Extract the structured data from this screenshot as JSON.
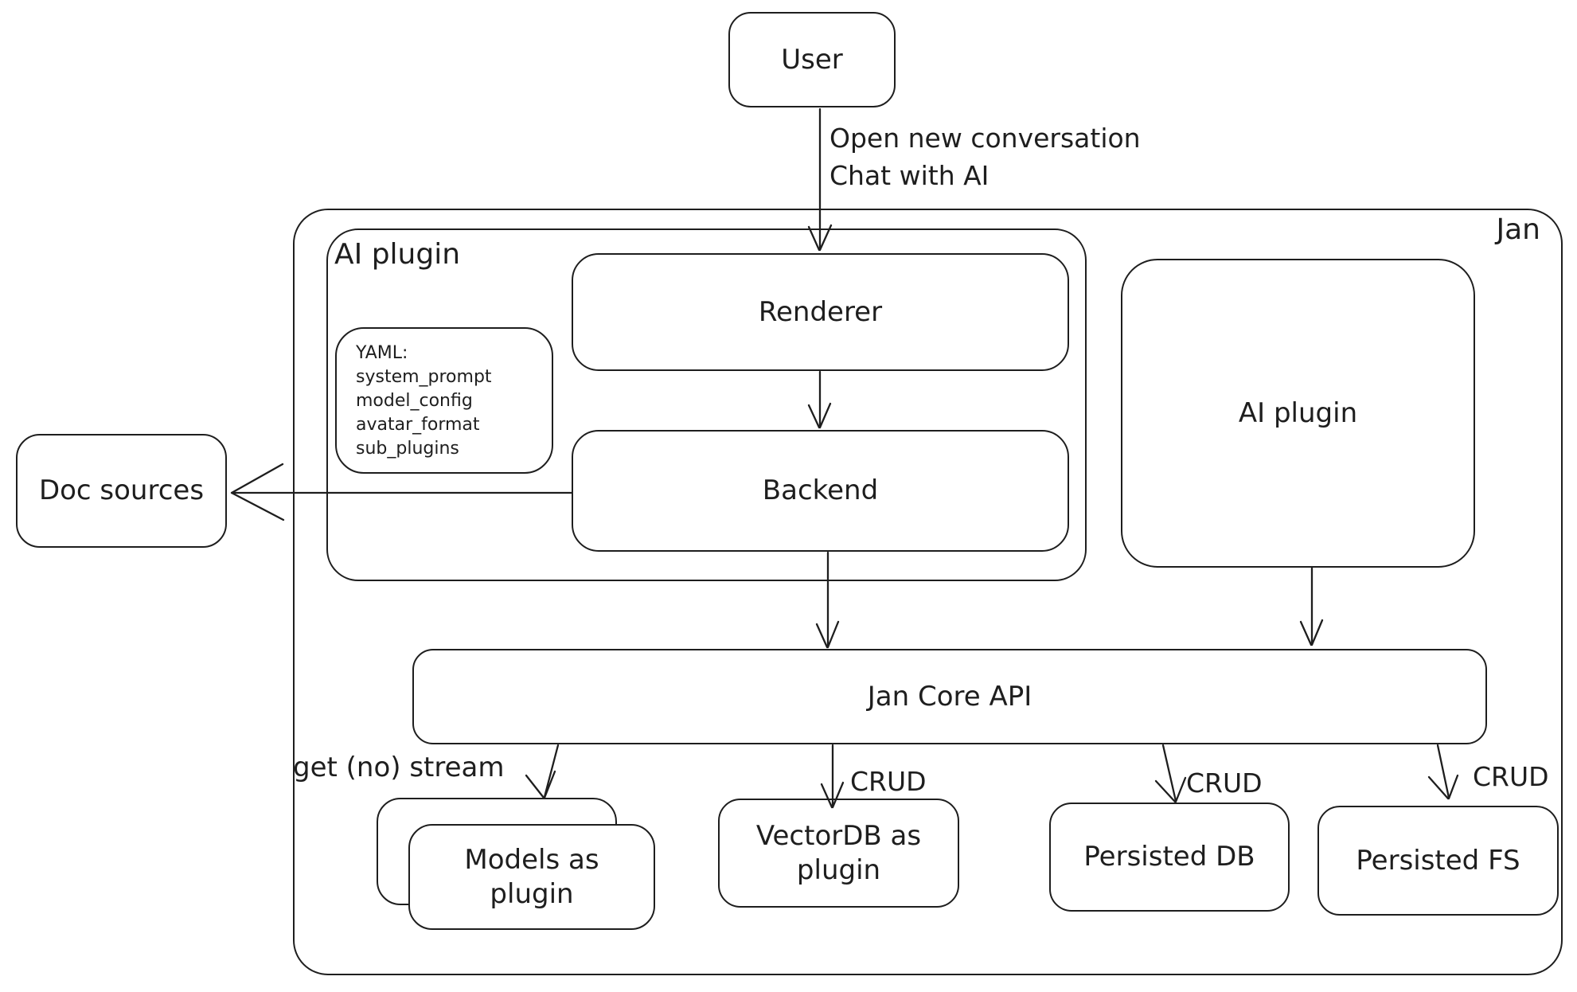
{
  "colors": {
    "stroke": "#1e1e1e",
    "background": "#ffffff"
  },
  "nodes": {
    "user": "User",
    "jan_container": "Jan",
    "ai_plugin_container": "AI plugin",
    "renderer": "Renderer",
    "backend": "Backend",
    "doc_sources": "Doc sources",
    "ai_plugin_right": "AI plugin",
    "jan_core_api": "Jan Core API",
    "models_as_plugin": "Models as plugin",
    "vectordb_as_plugin": "VectorDB as plugin",
    "persisted_db": "Persisted DB",
    "persisted_fs": "Persisted FS"
  },
  "yaml_note": {
    "title": "YAML:",
    "lines": [
      "system_prompt",
      "model_config",
      "avatar_format",
      "sub_plugins"
    ]
  },
  "edge_labels": {
    "open_conversation_line1": "Open new conversation",
    "open_conversation_line2": "Chat with AI",
    "get_no_stream": "get (no) stream",
    "crud_vectordb": "CRUD",
    "crud_persisted_db": "CRUD",
    "crud_persisted_fs": "CRUD"
  }
}
